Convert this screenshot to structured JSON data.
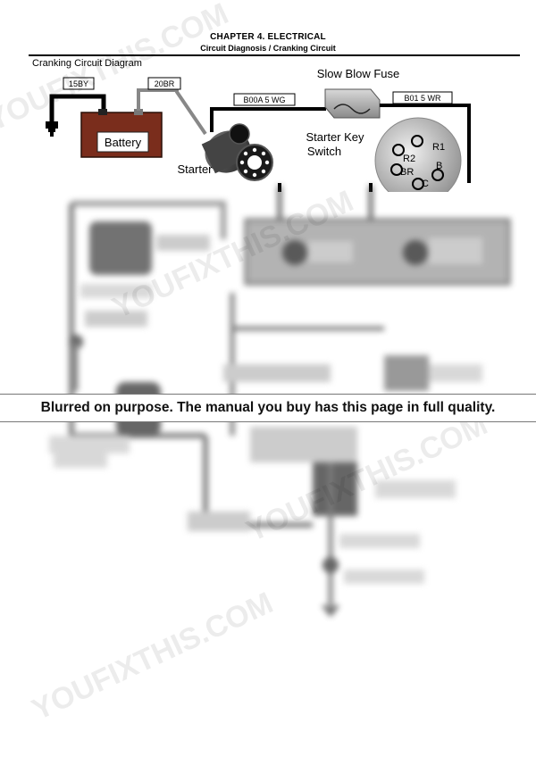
{
  "header": {
    "chapter": "CHAPTER 4. ELECTRICAL",
    "subtitle": "Circuit Diagnosis / Cranking Circuit"
  },
  "diagram": {
    "title": "Cranking Circuit Diagram",
    "wires": {
      "w1": "15BY",
      "w2": "20BR",
      "w3": "B00A 5 WG",
      "w4": "B01 5 WR"
    },
    "components": {
      "battery": "Battery",
      "starter": "Starter",
      "fuse": "Slow Blow Fuse",
      "key_switch": "Starter Key Switch",
      "key_switch_line1": "Starter Key",
      "key_switch_line2": "Switch"
    },
    "switch_terminals": [
      "R1",
      "R2",
      "BR",
      "B",
      "C"
    ]
  },
  "notice": "Blurred on purpose. The manual you buy has this page in full quality.",
  "watermark": "YOUFIXTHIS.COM"
}
